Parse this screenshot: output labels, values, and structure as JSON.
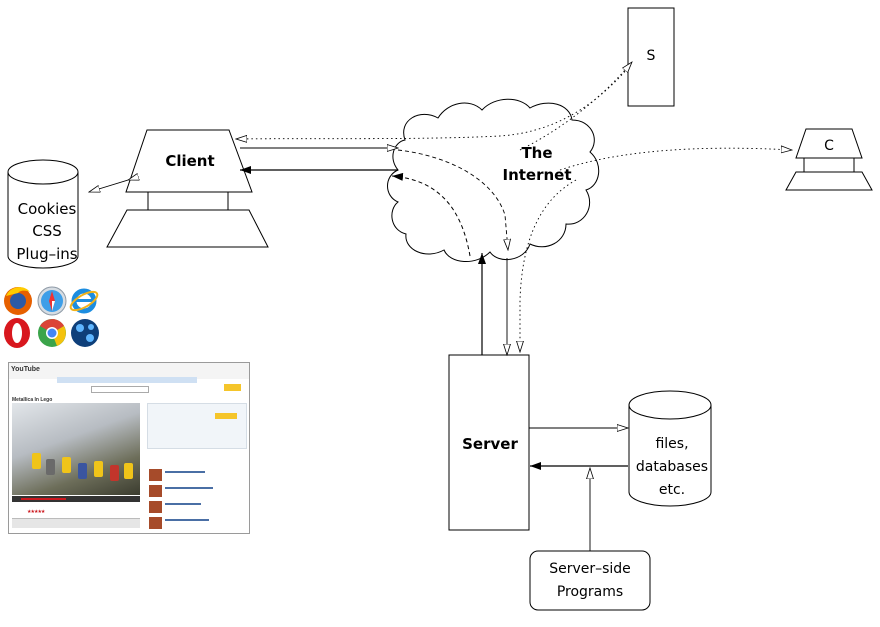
{
  "nodes": {
    "client": "Client",
    "internet_line1": "The",
    "internet_line2": "Internet",
    "s_box": "S",
    "c_terminal": "C",
    "server": "Server",
    "client_store": [
      "Cookies",
      "CSS",
      "Plug–ins"
    ],
    "server_store": [
      "files,",
      "databases",
      "etc."
    ],
    "server_programs": [
      "Server–side",
      "Programs"
    ]
  },
  "browser_icons": [
    "firefox-icon",
    "safari-icon",
    "internet-explorer-icon",
    "opera-icon",
    "chrome-icon",
    "flock-icon"
  ],
  "youtube_screenshot": {
    "logo": "YouTube",
    "video_title": "Metallica In Lego"
  },
  "colors": {
    "line": "#000000",
    "background": "#ffffff"
  }
}
